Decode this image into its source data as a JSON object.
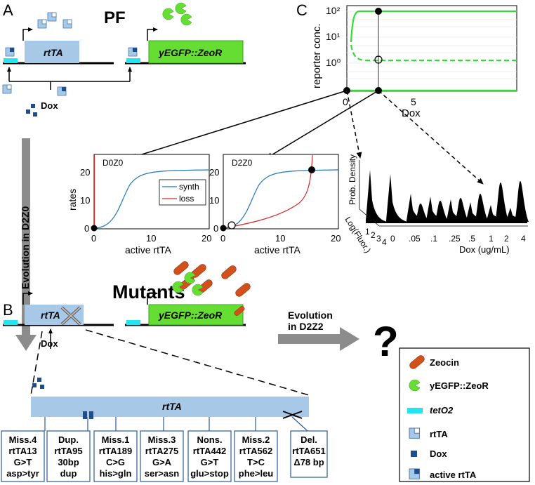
{
  "panel_a": {
    "label": "A",
    "pf_label": "PF",
    "gene1_label": "rtTA",
    "gene2_label": "yEGFP::ZeoR",
    "dox_label": "Dox"
  },
  "panel_c": {
    "label": "C",
    "ylabel": "reporter conc.",
    "xlabel": "Dox",
    "yticks": [
      "10²",
      "10¹",
      "10⁰"
    ],
    "xticks": [
      "0",
      "5"
    ]
  },
  "evolution_d2z0_label": "Evolution in D2Z0",
  "plot_d0z0": {
    "title": "D0Z0",
    "ylabel": "rates",
    "xlabel": "active rtTA",
    "yticks": [
      "20",
      "10",
      "0"
    ],
    "xticks": [
      "0",
      "10",
      "20"
    ],
    "legend": [
      "synth",
      "loss"
    ]
  },
  "plot_d2z0": {
    "title": "D2Z0",
    "xlabel": "active rtTA",
    "yticks": [
      "20",
      "10",
      "0"
    ],
    "xticks": [
      "0",
      "10",
      "20"
    ]
  },
  "plot_3d": {
    "zlabel": "Prob. Density",
    "ylabel": "Log(Fluor.)",
    "yticks": [
      "1",
      "2",
      "3",
      "4"
    ],
    "xlabel": "Dox (ug/mL)",
    "xticks": [
      "0",
      ".05",
      ".1",
      ".25",
      ".5",
      "1",
      "2",
      "4"
    ]
  },
  "panel_b": {
    "label": "B",
    "title": "Mutants",
    "gene1_label": "rtTA",
    "gene2_label": "yEGFP::ZeoR",
    "dox_label": "Dox",
    "evolution_label_1": "Evolution",
    "evolution_label_2": "in D2Z2",
    "question": "?",
    "bar_label": "rtTA"
  },
  "mutations": [
    {
      "line1": "Miss.4",
      "line2": "rtTA13",
      "line3": "G>T",
      "line4": "asp>tyr"
    },
    {
      "line1": "Dup.",
      "line2": "rtTA95",
      "line3": "30bp",
      "line4": "dup"
    },
    {
      "line1": "Miss.1",
      "line2": "rtTA189",
      "line3": "C>G",
      "line4": "his>gln"
    },
    {
      "line1": "Miss.3",
      "line2": "rtTA275",
      "line3": "G>A",
      "line4": "ser>asn"
    },
    {
      "line1": "Nons.",
      "line2": "rtTA442",
      "line3": "G>T",
      "line4": "glu>stop"
    },
    {
      "line1": "Miss.2",
      "line2": "rtTA562",
      "line3": "T>C",
      "line4": "phe>leu"
    },
    {
      "line1": "Del.",
      "line2": "rtTA651",
      "line3": "Δ78 bp",
      "line4": ""
    }
  ],
  "legend": [
    {
      "label": "Zeocin",
      "icon": "zeocin-icon"
    },
    {
      "label": "yEGFP::ZeoR",
      "icon": "yegfp-icon"
    },
    {
      "label": "tetO2",
      "icon": "teto2-icon"
    },
    {
      "label": "rtTA",
      "icon": "rtta-icon"
    },
    {
      "label": "Dox",
      "icon": "dox-icon"
    },
    {
      "label": "active rtTA",
      "icon": "active-rtta-icon"
    }
  ],
  "colors": {
    "gene_blue": "#a8c8e8",
    "dark_blue": "#1f4e8c",
    "green": "#66dd33",
    "cyan": "#22e5f0",
    "zeocin": "#d2501a",
    "arrow_gray": "#8c8c8c",
    "synth": "#1f77b4",
    "loss": "#d62728"
  }
}
